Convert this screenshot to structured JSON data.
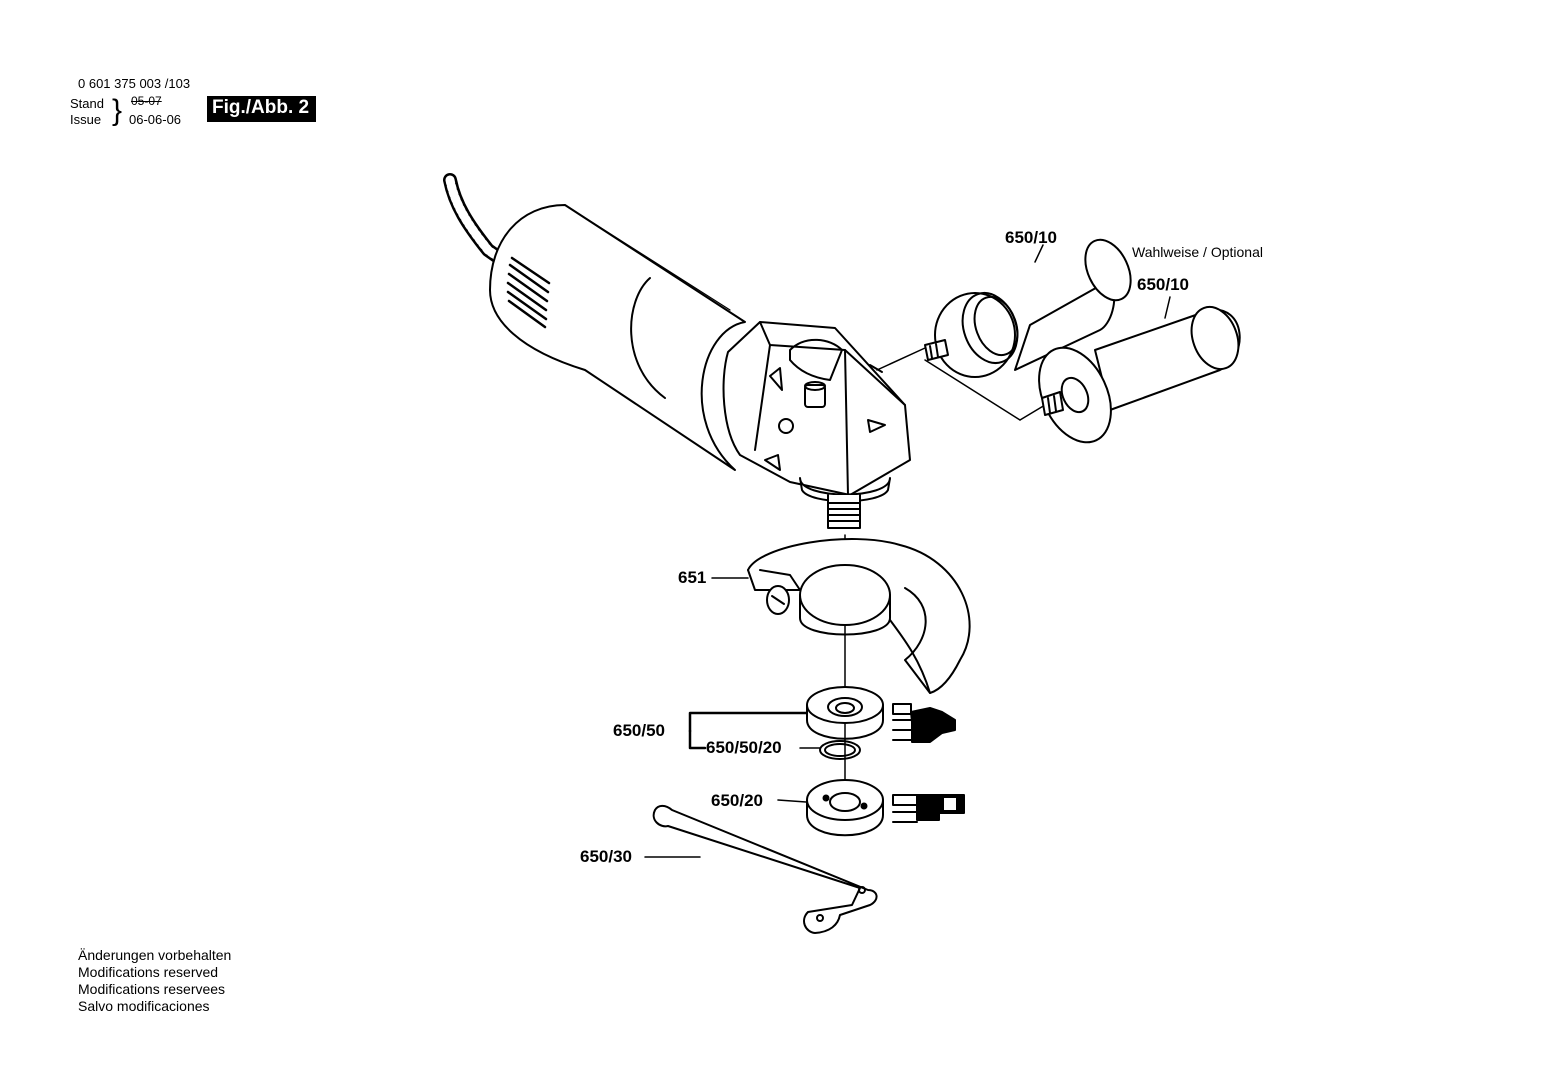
{
  "header": {
    "part_number": "0 601 375 003 /103",
    "stand_label": "Stand",
    "issue_label": "Issue",
    "old_date": "05-07",
    "issue_date": "06-06-06",
    "figure_label": "Fig./Abb. 2"
  },
  "callouts": {
    "handle_top": "650/10",
    "handle_bottom": "650/10",
    "optional_note": "Wahlweise / Optional",
    "guard": "651",
    "flange_set": "650/50",
    "flange_ring": "650/50/20",
    "clamping_nut": "650/20",
    "spanner": "650/30"
  },
  "footer": {
    "line1": "Änderungen vorbehalten",
    "line2": "Modifications reserved",
    "line3": "Modifications reservees",
    "line4": "Salvo modificaciones"
  }
}
